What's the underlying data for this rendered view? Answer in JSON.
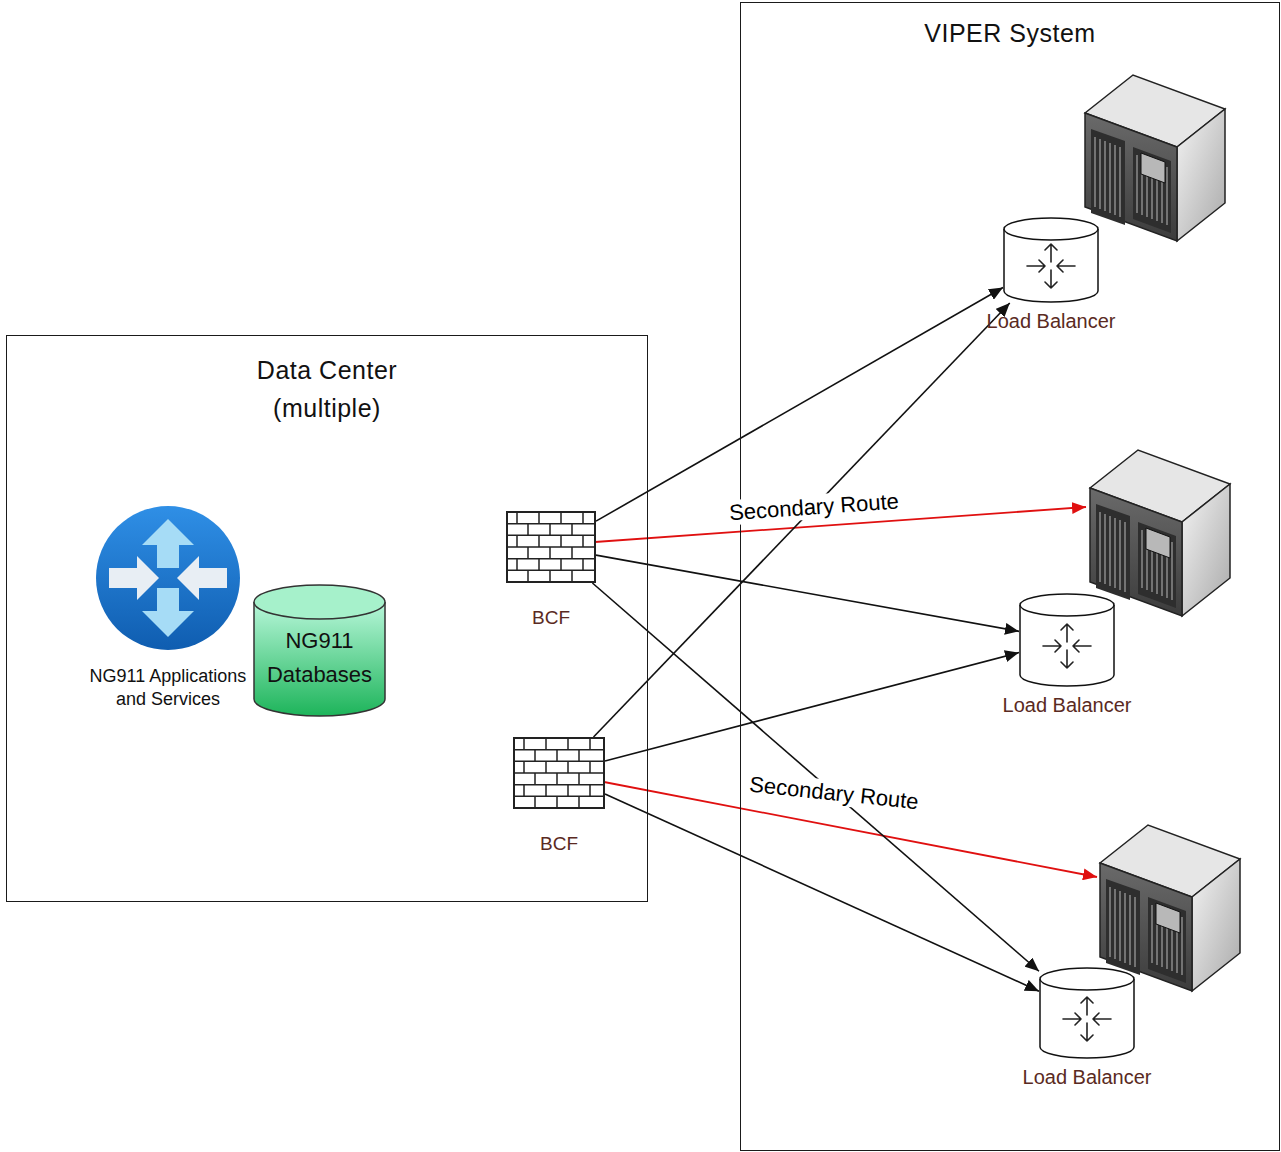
{
  "diagram": {
    "nodes": [
      {
        "text": [
          "VIPER System"
        ]
      },
      {
        "text": [
          "Data Center (multiple)"
        ]
      },
      {
        "text": [
          "NG911 Applications and Services"
        ],
        "in": 1
      },
      {
        "text": [
          "NG911 Databases"
        ],
        "in": 1
      },
      {
        "text": [
          "BCF"
        ],
        "in": 1
      },
      {
        "text": [
          "BCF"
        ],
        "in": 1
      },
      {
        "text": [
          "Load Balancer"
        ],
        "in": 0
      },
      {
        "text": [
          "Load Balancer"
        ],
        "in": 0
      },
      {
        "text": [
          "Load Balancer"
        ],
        "in": 0
      }
    ],
    "edges": [
      {
        "from": 4,
        "to": 6,
        "arrow": "to"
      },
      {
        "from": 4,
        "to": 7,
        "arrow": "to"
      },
      {
        "from": 4,
        "to": 8,
        "label": "Secondary Route",
        "arrow": "to"
      },
      {
        "from": 5,
        "to": 6,
        "label": "Secondary Route",
        "arrow": "to"
      },
      {
        "from": 5,
        "to": 7,
        "arrow": "to"
      },
      {
        "from": 5,
        "to": 8,
        "arrow": "to"
      }
    ]
  }
}
